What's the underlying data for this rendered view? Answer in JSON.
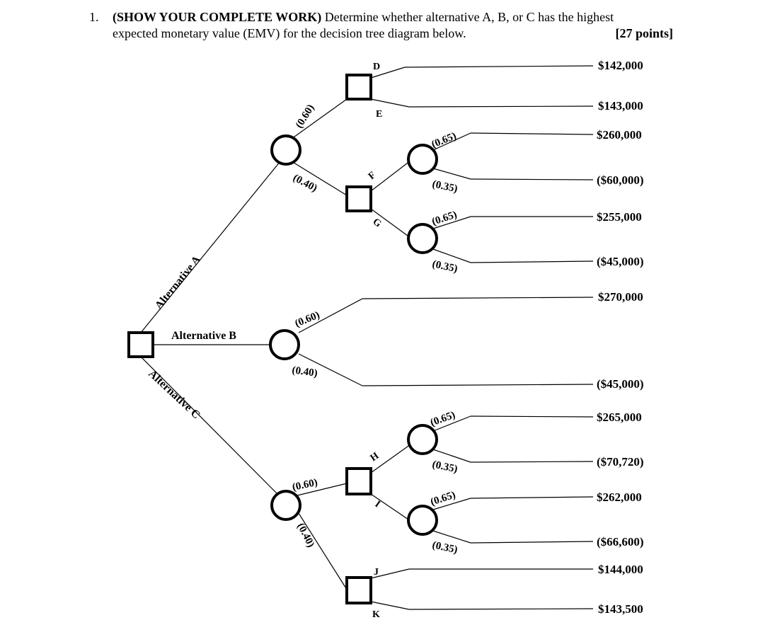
{
  "question": {
    "number": "1.",
    "bold_part": "(SHOW YOUR COMPLETE WORK)",
    "line1_rest": " Determine whether alternative A, B, or C has the highest",
    "line2": "expected monetary value (EMV) for the decision tree diagram below.",
    "points": "[27 points]"
  },
  "tree": {
    "alternatives": {
      "a": "Alternative A",
      "b": "Alternative B",
      "c": "Alternative C"
    },
    "probs": {
      "a_up": "(0.60)",
      "a_down": "(0.40)",
      "f_up": "(0.65)",
      "f_down": "(0.35)",
      "g_up": "(0.65)",
      "g_down": "(0.35)",
      "b_up": "(0.60)",
      "b_down": "(0.40)",
      "h_up": "(0.65)",
      "h_down": "(0.35)",
      "i_up": "(0.65)",
      "i_down": "(0.35)",
      "c_up": "(0.60)",
      "c_down": "(0.40)"
    },
    "branches": {
      "d": "D",
      "e": "E",
      "f": "F",
      "g": "G",
      "h": "H",
      "i": "I",
      "j": "J",
      "k": "K"
    },
    "payoffs": {
      "d": "$142,000",
      "e": "$143,000",
      "f_up": "$260,000",
      "f_down": "($60,000)",
      "g_up": "$255,000",
      "g_down": "($45,000)",
      "b_up": "$270,000",
      "b_down": "($45,000)",
      "h_up": "$265,000",
      "h_down": "($70,720)",
      "i_up": "$262,000",
      "i_down": "($66,600)",
      "j": "$144,000",
      "k": "$143,500"
    }
  }
}
